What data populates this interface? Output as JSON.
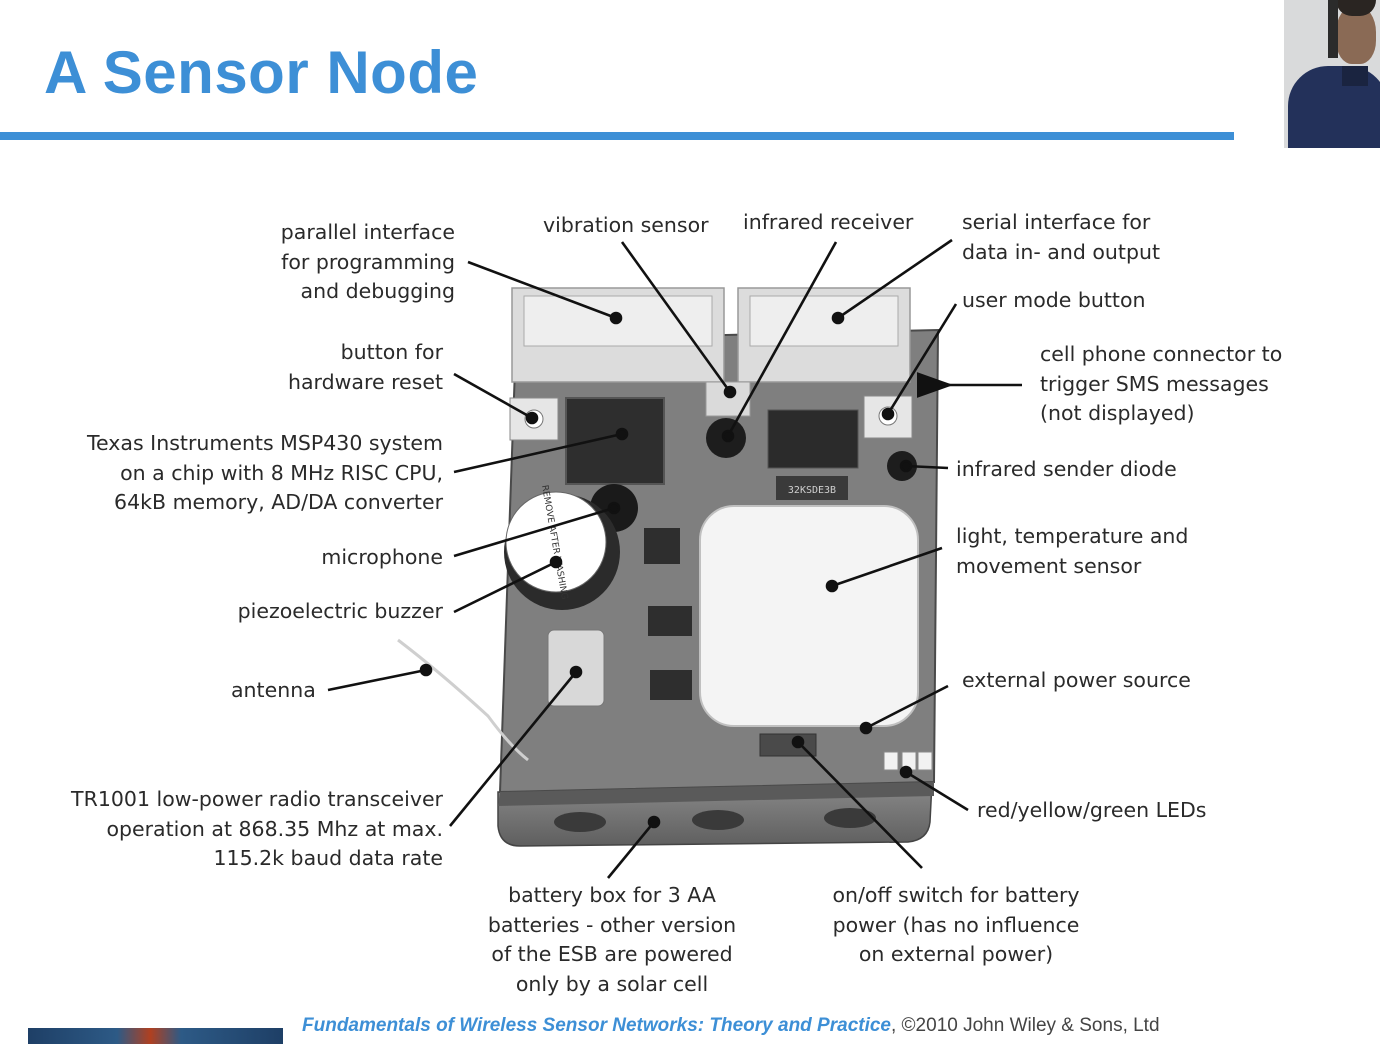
{
  "title": "A Sensor Node",
  "colors": {
    "accent": "#3d8fd6",
    "text": "#2a2a2a"
  },
  "labels": {
    "parallel": [
      "parallel interface",
      "for programming",
      "and debugging"
    ],
    "vibration": [
      "vibration sensor"
    ],
    "infrared_receiver": [
      "infrared receiver"
    ],
    "serial": [
      "serial interface for",
      "data in- and output"
    ],
    "user_mode": [
      "user mode button"
    ],
    "cell_phone": [
      "cell phone connector to",
      "trigger SMS messages",
      "(not displayed)"
    ],
    "reset": [
      "button for",
      "hardware reset"
    ],
    "msp430": [
      "Texas Instruments MSP430 system",
      "on a chip with 8 MHz RISC CPU,",
      "64kB memory, AD/DA converter"
    ],
    "ir_sender": [
      "infrared sender diode"
    ],
    "light": [
      "light, temperature and",
      "movement sensor"
    ],
    "microphone": [
      "microphone"
    ],
    "buzzer": [
      "piezoelectric buzzer"
    ],
    "antenna": [
      "antenna"
    ],
    "ext_power": [
      "external power source"
    ],
    "tr1001": [
      "TR1001 low-power radio transceiver",
      "operation at 868.35 Mhz at max.",
      "115.2k baud data rate"
    ],
    "leds": [
      "red/yellow/green LEDs"
    ],
    "battery": [
      "battery box for 3 AA",
      "batteries - other version",
      "of the ESB are powered",
      "only by a solar cell"
    ],
    "switch": [
      "on/off switch for battery",
      "power (has no influence",
      "on external power)"
    ]
  },
  "board_markings": {
    "chip": "32KSDE3B",
    "buzzer_sticker": "REMOVE AFTER WASHING"
  },
  "footer": {
    "book": "Fundamentals of Wireless Sensor Networks: Theory and Practice",
    "copyright": ", ©2010 John Wiley & Sons, Ltd"
  }
}
